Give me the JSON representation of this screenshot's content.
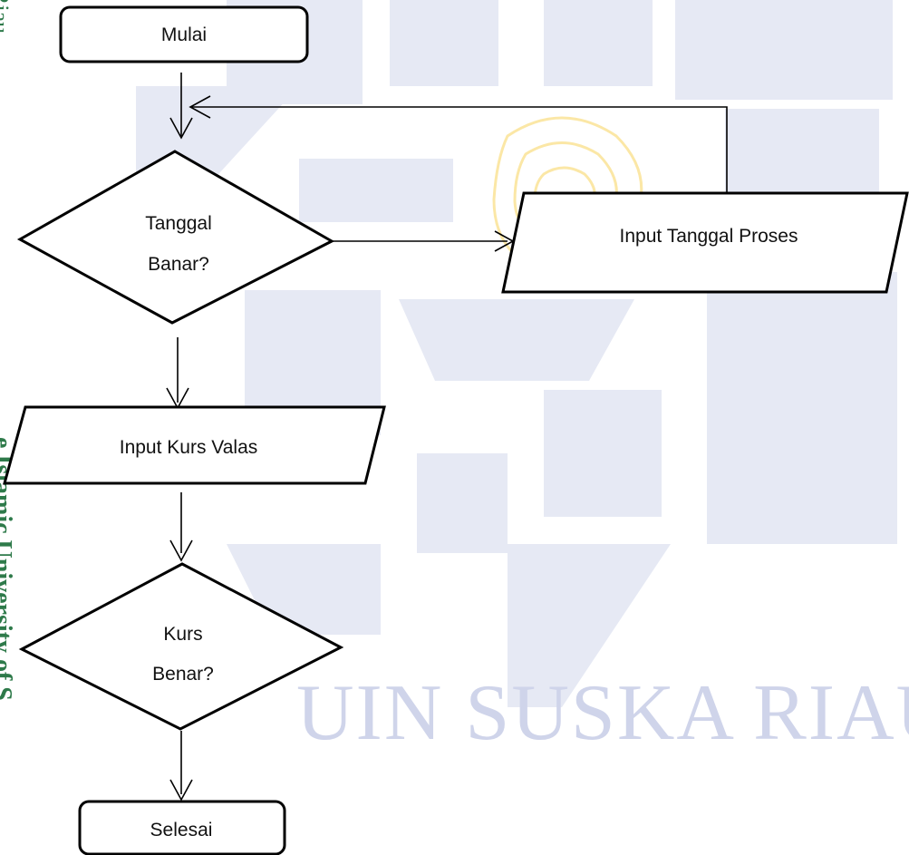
{
  "watermark": {
    "brand_text": "UIN SUSKA RIAU",
    "side_text_top": "Riau",
    "side_text_bottom": "e Islamic University of S",
    "brand_color": "#cfd4ea",
    "side_text_color": "#2e7a4a",
    "logo_color": "#e6e9f4",
    "emblem_color": "#fbe7a6"
  },
  "flowchart": {
    "nodes": {
      "start": {
        "type": "terminator",
        "lines": [
          "Mulai"
        ]
      },
      "decision_date": {
        "type": "decision",
        "lines": [
          "Tanggal",
          "Banar?"
        ]
      },
      "input_date": {
        "type": "input-output",
        "lines": [
          "Input Tanggal Proses"
        ]
      },
      "input_rate": {
        "type": "input-output",
        "lines": [
          "Input Kurs Valas"
        ]
      },
      "decision_rate": {
        "type": "decision",
        "lines": [
          "Kurs",
          "Benar?"
        ]
      },
      "end": {
        "type": "terminator",
        "lines": [
          "Selesai"
        ]
      }
    },
    "edges": [
      {
        "from": "start",
        "to": "decision_date"
      },
      {
        "from": "decision_date",
        "to": "input_date"
      },
      {
        "from": "input_date",
        "to": "decision_date"
      },
      {
        "from": "decision_date",
        "to": "input_rate"
      },
      {
        "from": "input_rate",
        "to": "decision_rate"
      },
      {
        "from": "decision_rate",
        "to": "end"
      }
    ]
  }
}
